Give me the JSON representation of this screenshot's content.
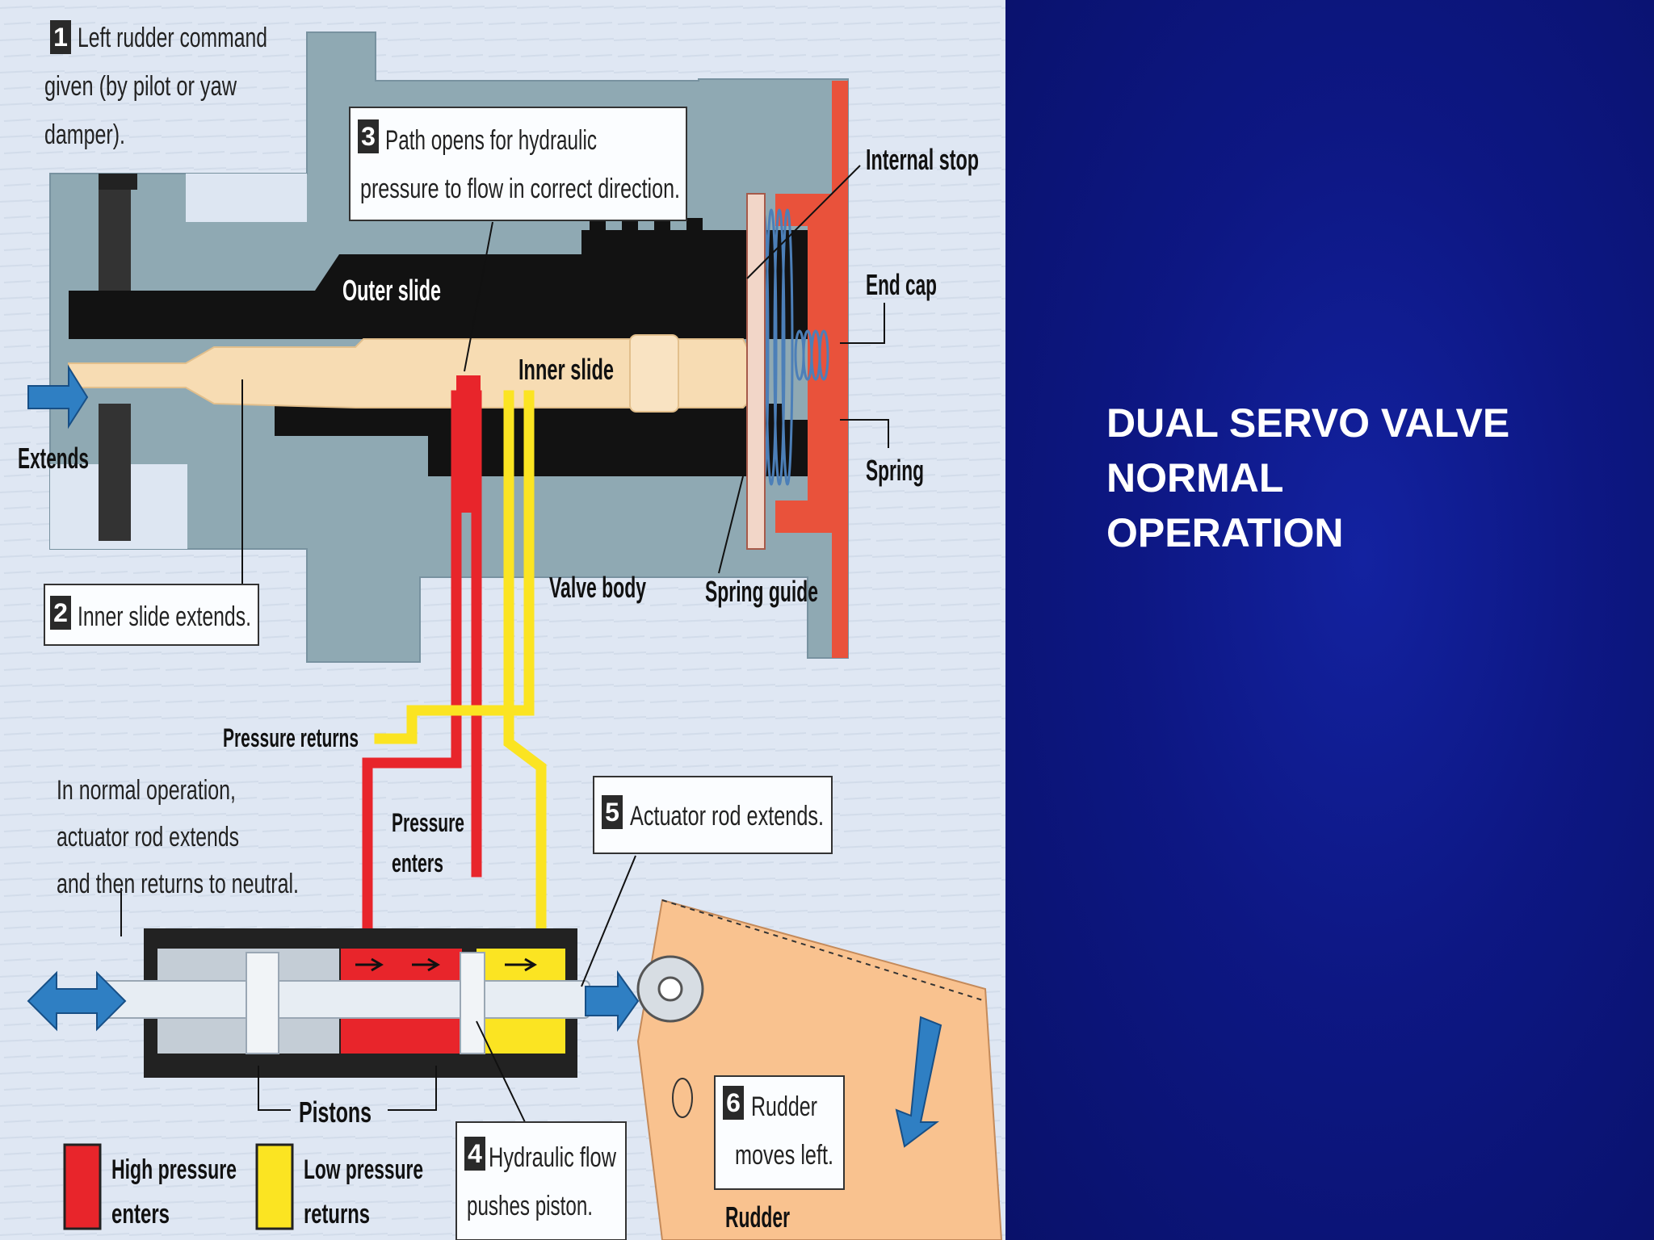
{
  "slide": {
    "title_lines": [
      "DUAL SERVO VALVE",
      "NORMAL",
      "OPERATION"
    ],
    "colors": {
      "right_panel": "#0d1783",
      "diagram_bg": "#dde6f2",
      "valve_housing": "#8da9b2",
      "slide_black": "#111111",
      "inner_slide": "#f8ddb5",
      "high_pressure": "#e8252b",
      "low_pressure": "#fbe422",
      "rudder": "#f9c28f",
      "arrow_blue": "#2f7fc3",
      "end_cap": "#e9523b"
    }
  },
  "diagram": {
    "callouts": {
      "c1": {
        "num": "1",
        "lines": [
          "Left rudder command",
          "given (by pilot or yaw",
          "damper)."
        ]
      },
      "c2": {
        "num": "2",
        "lines": [
          "Inner slide extends."
        ]
      },
      "c3": {
        "num": "3",
        "lines": [
          "Path opens for hydraulic",
          "pressure to flow in correct direction."
        ]
      },
      "c4": {
        "num": "4",
        "lines": [
          "Hydraulic flow",
          "pushes piston."
        ]
      },
      "c5": {
        "num": "5",
        "lines": [
          "Actuator rod extends."
        ]
      },
      "c6": {
        "num": "6",
        "lines": [
          "Rudder",
          "moves left."
        ]
      }
    },
    "labels": {
      "internal_stop": "Internal stop",
      "end_cap": "End cap",
      "spring": "Spring",
      "spring_guide": "Spring guide",
      "outer_slide": "Outer slide",
      "inner_slide": "Inner slide",
      "valve_body": "Valve body",
      "extends": "Extends",
      "pressure_returns": "Pressure returns",
      "pressure_enters": [
        "Pressure",
        "enters"
      ],
      "pistons": "Pistons",
      "rudder": "Rudder",
      "normal_operation_note": [
        "In normal operation,",
        "actuator rod extends",
        "and then returns to neutral."
      ]
    },
    "legend": [
      {
        "color": "#e8252b",
        "lines": [
          "High pressure",
          "enters"
        ]
      },
      {
        "color": "#fbe422",
        "lines": [
          "Low pressure",
          "returns"
        ]
      }
    ],
    "icons": [
      "arrow-right-icon",
      "double-arrow-icon",
      "arrow-down-icon"
    ]
  }
}
